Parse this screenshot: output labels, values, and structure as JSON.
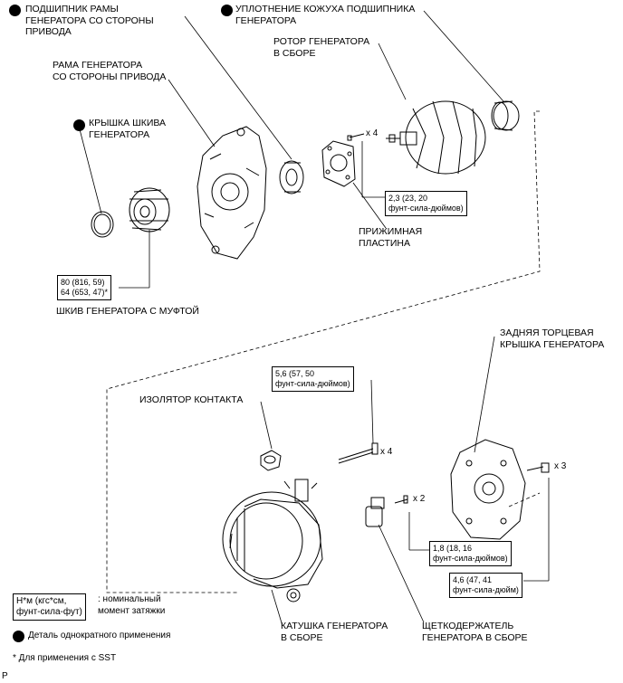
{
  "labels": {
    "drive_bearing": [
      "ПОДШИПНИК РАМЫ",
      "ГЕНЕРАТОРА СО СТОРОНЫ",
      "ПРИВОДА"
    ],
    "bearing_cover_seal": [
      "УПЛОТНЕНИЕ КОЖУХА ПОДШИПНИКА",
      "ГЕНЕРАТОРА"
    ],
    "rotor": [
      "РОТОР ГЕНЕРАТОРА",
      "В СБОРЕ"
    ],
    "drive_frame": [
      "РАМА ГЕНЕРАТОРА",
      "СО СТОРОНЫ ПРИВОДА"
    ],
    "pulley_cap": [
      "КРЫШКА ШКИВА",
      "ГЕНЕРАТОРА"
    ],
    "retainer_plate": [
      "ПРИЖИМНАЯ",
      "ПЛАСТИНА"
    ],
    "clutch_pulley": "ШКИВ ГЕНЕРАТОРА С МУФТОЙ",
    "rear_end_cover": [
      "ЗАДНЯЯ ТОРЦЕВАЯ",
      "КРЫШКА ГЕНЕРАТОРА"
    ],
    "terminal_insulator": "ИЗОЛЯТОР КОНТАКТА",
    "coil": [
      "КАТУШКА ГЕНЕРАТОРА",
      "В СБОРЕ"
    ],
    "brush_holder": [
      "ЩЕТКОДЕРЖАТЕЛЬ",
      "ГЕНЕРАТОРА В СБОРЕ"
    ]
  },
  "torques": {
    "retainer": [
      "2,3 (23, 20",
      "фунт-сила-дюймов)"
    ],
    "pulley": [
      "80 (816, 59)",
      "64 (653, 47)*"
    ],
    "through_bolt": [
      "5,6 (57, 50",
      "фунт-сила-дюймов)"
    ],
    "brush": [
      "1,8 (18, 16",
      "фунт-сила-дюймов)"
    ],
    "rear_cover": [
      "4,6 (47, 41",
      "фунт-сила-дюйм)"
    ]
  },
  "quantities": {
    "retainer_screws": "x 4",
    "through_bolts": "x 4",
    "brush_screws": "x 2",
    "rear_cover_nuts": "x 3"
  },
  "legend": {
    "torque_unit": [
      "Н*м (кгс*см,",
      "фунт-сила-фут)"
    ],
    "torque_desc": [
      ": номинальный",
      "момент затяжки"
    ],
    "non_reusable": "Деталь однократного применения",
    "sst_note": "* Для применения с SST",
    "corner_mark": "P"
  }
}
